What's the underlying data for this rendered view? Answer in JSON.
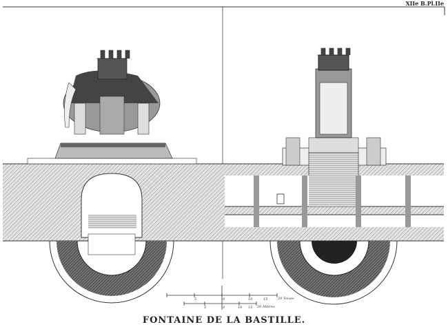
{
  "plate": {
    "reference": "XIIe B.Pl.IIe",
    "title": "FONTAINE DE LA BASTILLE."
  },
  "scales": {
    "upper": {
      "ticks": [
        "5",
        "0",
        "10",
        "15"
      ],
      "unit": "20 Toises"
    },
    "lower": {
      "ticks": [
        "5",
        "0",
        "10",
        "15"
      ],
      "unit": "20 Mètres"
    }
  }
}
